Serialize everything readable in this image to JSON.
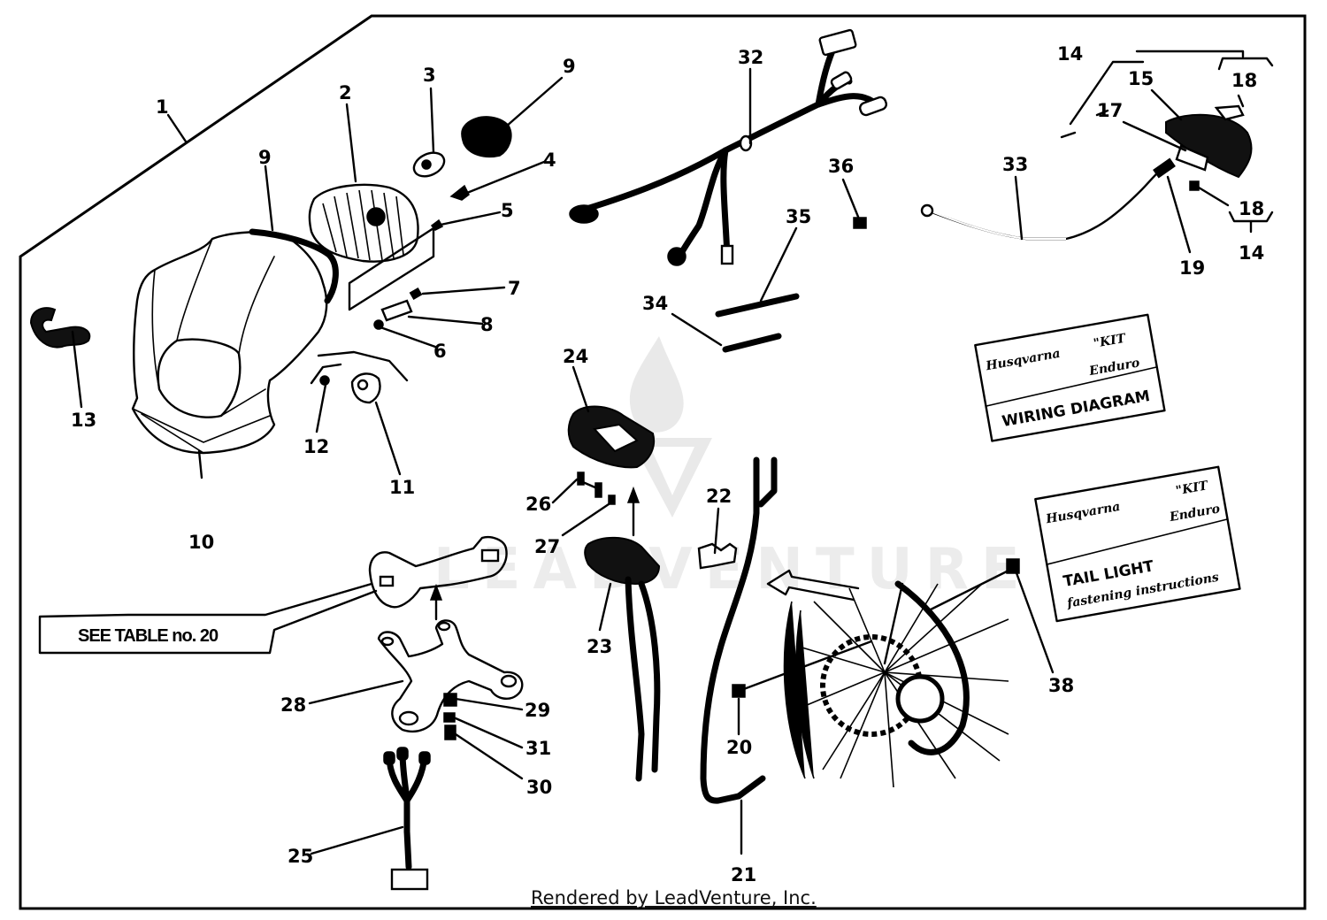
{
  "diagram": {
    "watermark": "LEADVENTURE",
    "footer": "Rendered by LeadVenture, Inc.",
    "table_reference": "SEE TABLE no. 20",
    "callouts": {
      "c1": "1",
      "c2": "2",
      "c3": "3",
      "c4": "4",
      "c5": "5",
      "c6": "6",
      "c7": "7",
      "c8": "8",
      "c9a": "9",
      "c9b": "9",
      "c10": "10",
      "c11": "11",
      "c12": "12",
      "c13": "13",
      "c14a": "14",
      "c14b": "14",
      "c15": "15",
      "c17": "17",
      "c18a": "18",
      "c18b": "18",
      "c19": "19",
      "c20": "20",
      "c21": "21",
      "c22": "22",
      "c23": "23",
      "c24": "24",
      "c25": "25",
      "c26": "26",
      "c27": "27",
      "c28": "28",
      "c29": "29",
      "c30": "30",
      "c31": "31",
      "c32": "32",
      "c33": "33",
      "c34": "34",
      "c35": "35",
      "c36": "36",
      "c38": "38"
    },
    "cards": {
      "wiring": {
        "brand": "Husqvarna",
        "kit": "\"KIT",
        "model": "Enduro",
        "title": "WIRING DIAGRAM"
      },
      "taillight": {
        "brand": "Husqvarna",
        "kit": "\"KIT",
        "model": "Enduro",
        "title_line1": "TAIL LIGHT",
        "title_line2": "fastening instructions"
      }
    }
  }
}
